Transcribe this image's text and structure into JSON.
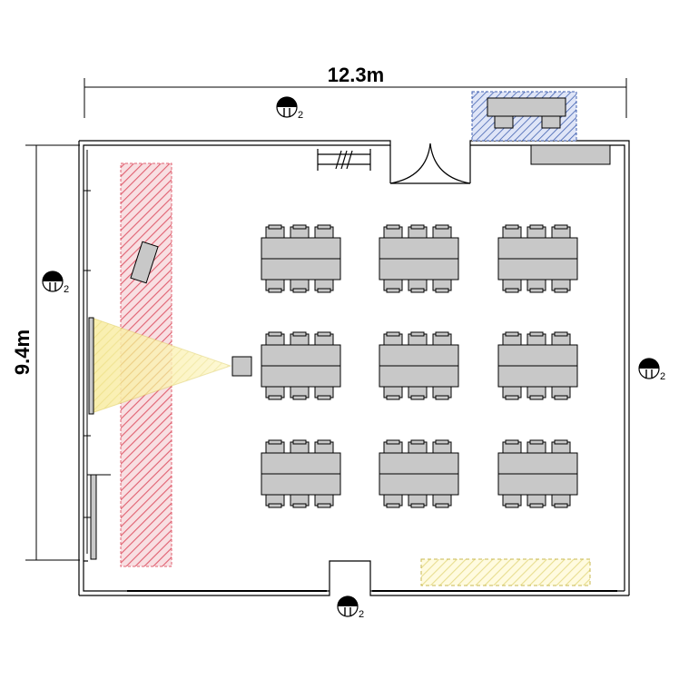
{
  "dimensions": {
    "width_label": "12.3m",
    "height_label": "9.4m"
  },
  "outlets": [
    {
      "id": "outlet-top",
      "sub": "2"
    },
    {
      "id": "outlet-left",
      "sub": "2"
    },
    {
      "id": "outlet-right",
      "sub": "2"
    },
    {
      "id": "outlet-bottom",
      "sub": "2"
    }
  ],
  "table_groups": {
    "rows": 3,
    "cols": 3,
    "chairs_per_side": 3
  },
  "colors": {
    "wall": "#000000",
    "furniture_fill": "#c8c8c8",
    "screen_zone": "#e06070",
    "projection_zone": "#f2e27a",
    "storage_zone": "#e8de90",
    "stage_zone": "#4060b0"
  },
  "legend": {
    "stairs_glyph": "///"
  }
}
